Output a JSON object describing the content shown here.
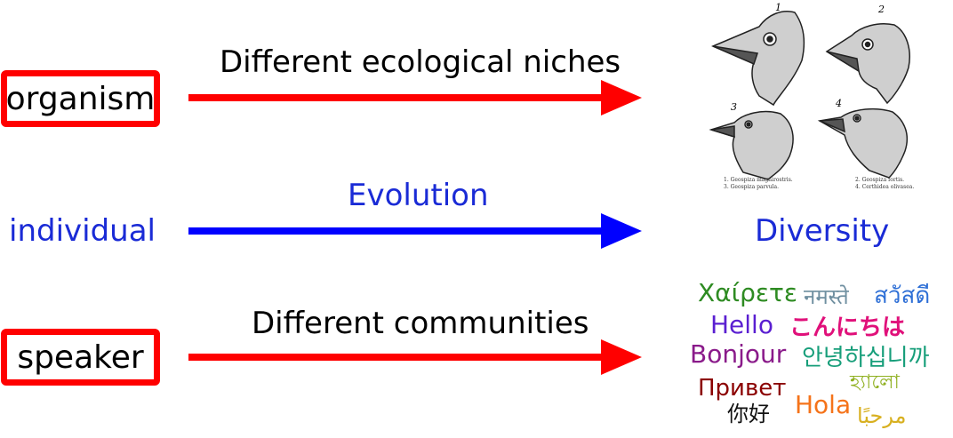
{
  "left": {
    "organism": "organism",
    "individual": "individual",
    "speaker": "speaker"
  },
  "arrows": {
    "top_label": "Different ecological niches",
    "middle_label": "Evolution",
    "bottom_label": "Different communities"
  },
  "right": {
    "diversity": "Diversity",
    "finches": {
      "numbers": [
        "1",
        "2",
        "3",
        "4"
      ],
      "caption_left": [
        "1. Geospiza magnirostris.",
        "3. Geospiza parvula."
      ],
      "caption_right": [
        "2. Geospiza fortis.",
        "4. Certhidea olivasea."
      ]
    },
    "greetings": [
      {
        "text": "Χαίρετε",
        "color": "#2e8b22"
      },
      {
        "text": "नमस्ते",
        "color": "#6f8fa0"
      },
      {
        "text": "สวัสดี",
        "color": "#2e6fd6"
      },
      {
        "text": "Hello",
        "color": "#5a1fd1"
      },
      {
        "text": "こんにちは",
        "color": "#e0107a"
      },
      {
        "text": "Bonjour",
        "color": "#8a1a8a"
      },
      {
        "text": "안녕하십니까",
        "color": "#179e7a"
      },
      {
        "text": "Привет",
        "color": "#8b0000"
      },
      {
        "text": "হ্যালো",
        "color": "#8fb020"
      },
      {
        "text": "Hola",
        "color": "#f5731a"
      },
      {
        "text": "你好",
        "color": "#111111"
      },
      {
        "text": "مرحبًا",
        "color": "#d8b020"
      }
    ]
  },
  "colors": {
    "red": "#ff0000",
    "blue": "#0000ff"
  }
}
